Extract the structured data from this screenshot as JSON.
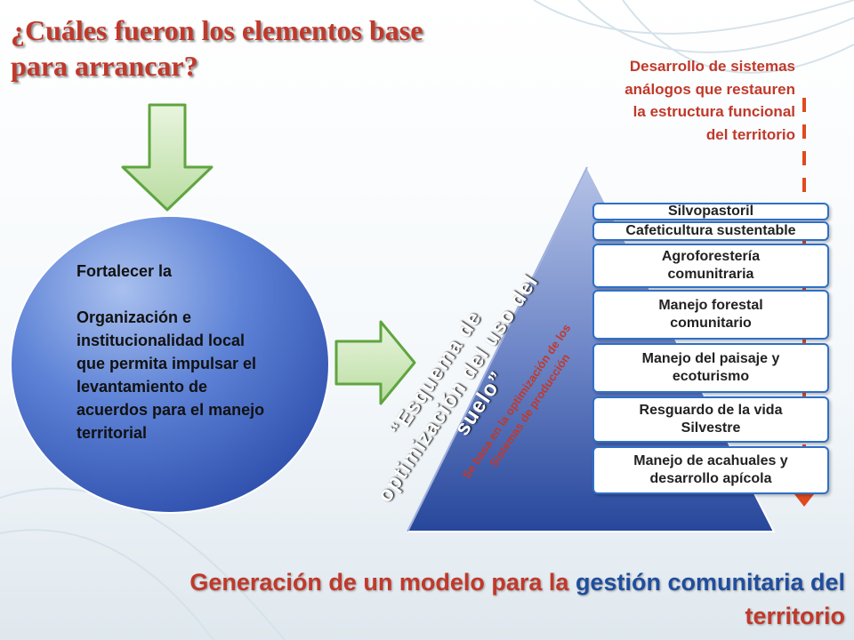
{
  "title": {
    "line1": "¿Cuáles fueron los elementos base",
    "line2": "para arrancar?"
  },
  "top_note": {
    "line1": "Desarrollo de sistemas",
    "line2": "análogos que restauren",
    "line3": "la estructura funcional",
    "line4": "del territorio"
  },
  "circle": {
    "line1": "Fortalecer la",
    "line2": "Organización e",
    "line3": "institucionalidad local",
    "line4": "que permita impulsar el",
    "line5": "levantamiento de",
    "line6": "acuerdos para el manejo",
    "line7": "territorial"
  },
  "pyramid": {
    "main_line1": "“Esquema de",
    "main_line2": "optimización del uso del",
    "main_line3": "suelo”",
    "sub_line1": "Se basa en la optimización de los",
    "sub_line2": "Sistemas de producción"
  },
  "steps": {
    "s1": "Silvopastoril",
    "s2": "Cafeticultura sustentable",
    "s3_line1": "Agroforestería",
    "s3_line2": "comunitraria",
    "s4_line1": "Manejo forestal",
    "s4_line2": "comunitario",
    "s5_line1": "Manejo del paisaje y",
    "s5_line2": "ecoturismo",
    "s6_line1": "Resguardo de la vida",
    "s6_line2": "Silvestre",
    "s7_line1": "Manejo de acahuales y",
    "s7_line2": "desarrollo apícola"
  },
  "bottom": {
    "part1": "Generación de un modelo para la ",
    "part2": "gestión comunitaria del",
    "part3": "territorio"
  },
  "colors": {
    "title_red": "#c0392b",
    "highlight_blue": "#1f4e9e",
    "arrow_green": "#c8e6b0",
    "circle_blue": "#3f66c6",
    "dashed_arrow": "#e0491f"
  }
}
